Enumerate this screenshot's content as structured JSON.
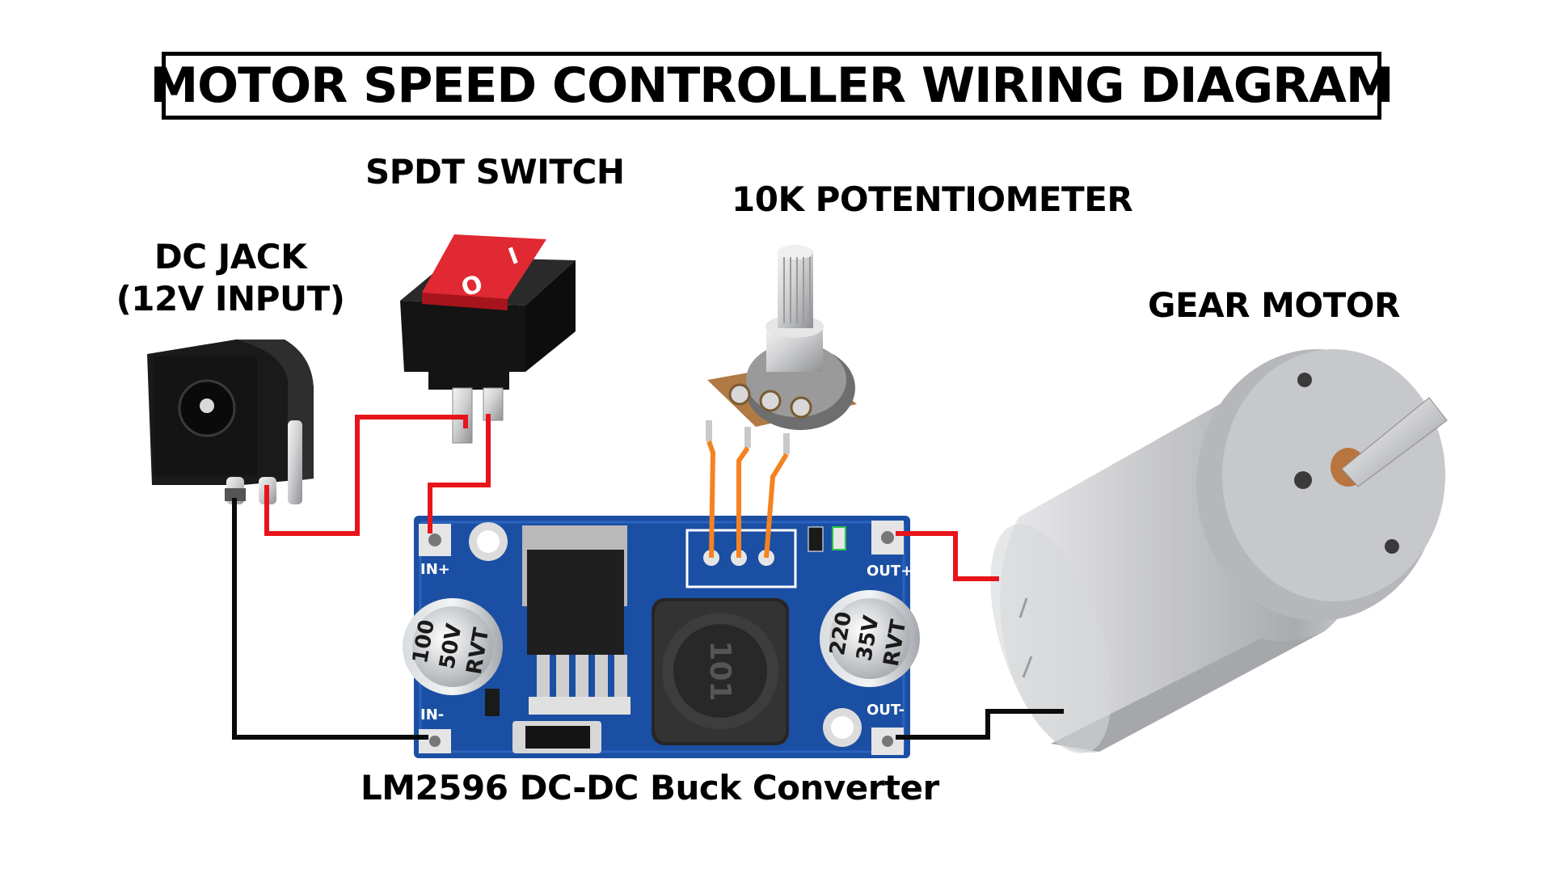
{
  "title": "MOTOR SPEED CONTROLLER WIRING DIAGRAM",
  "components": {
    "dc_jack": {
      "line1": "DC JACK",
      "line2": "(12V INPUT)"
    },
    "switch": {
      "label": "SPDT SWITCH",
      "mark_on": "I",
      "mark_off": "O"
    },
    "potentiometer": {
      "label": "10K POTENTIOMETER"
    },
    "motor": {
      "label": "GEAR MOTOR"
    },
    "converter": {
      "label": "LM2596 DC-DC Buck Converter",
      "pin_in_plus": "IN+",
      "pin_in_minus": "IN-",
      "pin_out_plus": "OUT+",
      "pin_out_minus": "OUT-",
      "cap_in": [
        "100",
        "50V",
        "RVT"
      ],
      "cap_out": [
        "220",
        "35V",
        "RVT"
      ],
      "inductor_mark": "101"
    }
  },
  "colors": {
    "positive_wire": "#e8141b",
    "negative_wire": "#0a0a0a",
    "pot_wire": "#f58220",
    "pcb": "#1b4fa3"
  }
}
